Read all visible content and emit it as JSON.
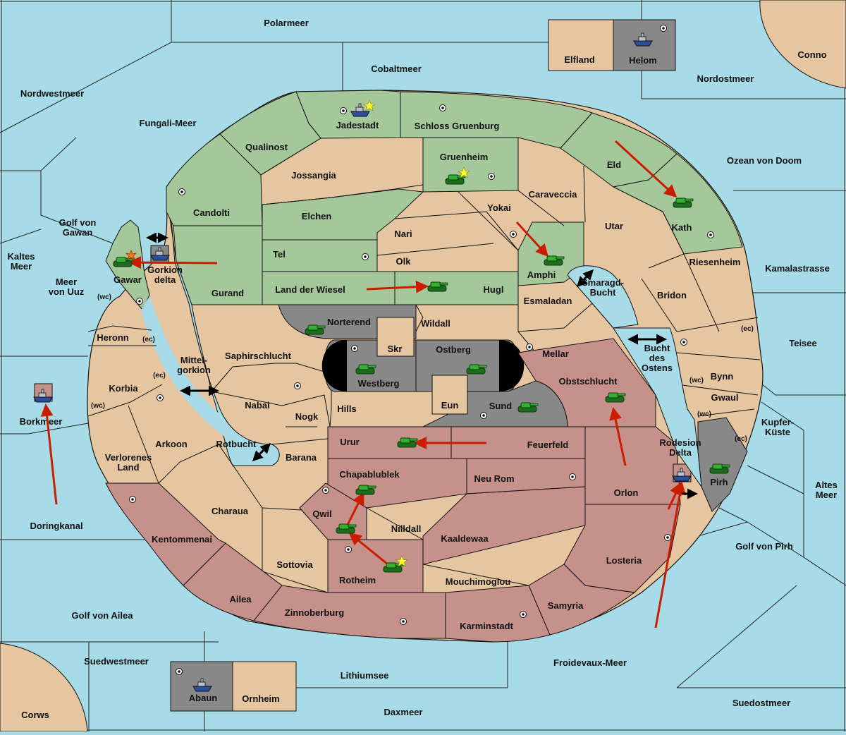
{
  "colors": {
    "sea": "#a6dbe7",
    "land_neutral": "#e5c6a0",
    "green_power": "#a5c89a",
    "red_power": "#c5918a",
    "gray_power": "#888888",
    "move_arrow": "#cc1c00",
    "tank": "#2fa12f",
    "fleet": "#9aa7bb",
    "star": "#ffff3a"
  },
  "regions": {
    "polarmeer": "Polarmeer",
    "cobaltmeer": "Cobaltmeer",
    "elfland": "Elfland",
    "helom": "Helom",
    "conno": "Conno",
    "nordostmeer": "Nordostmeer",
    "nordwestmeer": "Nordwestmeer",
    "fungali_meer": "Fungali-Meer",
    "jadestadt": "Jadestadt",
    "schloss_gruenburg": "Schloss Gruenburg",
    "qualinost": "Qualinost",
    "gruenheim": "Gruenheim",
    "eld": "Eld",
    "ozean_von_doom": "Ozean von Doom",
    "jossangia": "Jossangia",
    "candolti": "Candolti",
    "caraveccia": "Caraveccia",
    "elchen": "Elchen",
    "yokai": "Yokai",
    "utar": "Utar",
    "kath": "Kath",
    "golf_von_gawan": "Golf von\nGawan",
    "nari": "Nari",
    "tel": "Tel",
    "olk": "Olk",
    "amphi": "Amphi",
    "riesenheim": "Riesenheim",
    "kamalastrasse": "Kamalastrasse",
    "kaltes_meer": "Kaltes\nMeer",
    "gawar": "Gawar",
    "gorkion_delta": "Gorkion\ndelta",
    "meer_von_uuz": "Meer\nvon Uuz",
    "gurand": "Gurand",
    "land_der_wiesel": "Land der Wiesel",
    "hugl": "Hugl",
    "smaragd_bucht": "Smaragd-\nBucht",
    "bridon": "Bridon",
    "esmaladan": "Esmaladan",
    "norterend": "Norterend",
    "wildall": "Wildall",
    "heronn": "Heronn",
    "skr": "Skr",
    "ostberg": "Ostberg",
    "teisee": "Teisee",
    "saphirschlucht": "Saphirschlucht",
    "mellar": "Mellar",
    "bucht_des_ostens": "Bucht\ndes\nOstens",
    "westberg": "Westberg",
    "obstschlucht": "Obstschlucht",
    "bynn": "Bynn",
    "mittelgorkion": "Mittel-\ngorkion",
    "korbia": "Korbia",
    "nabai": "Nabai",
    "hills": "Hills",
    "eun": "Eun",
    "sund": "Sund",
    "gwaul": "Gwaul",
    "borkmeer": "Borkmeer",
    "nogk": "Nogk",
    "kupfer_kueste": "Kupfer-\nKüste",
    "arkoon": "Arkoon",
    "rotbucht": "Rotbucht",
    "urur": "Urur",
    "feuerfeld": "Feuerfeld",
    "rodesion_delta": "Rodesion\nDelta",
    "verlorenes_land": "Verlorenes\nLand",
    "barana": "Barana",
    "chapablublek": "Chapablublek",
    "neu_rom": "Neu Rom",
    "pirh": "Pirh",
    "orlon": "Orlon",
    "altes_meer": "Altes\nMeer",
    "qwil": "Qwil",
    "charaua": "Charaua",
    "nilldall": "Nilldall",
    "doringkanal": "Doringkanal",
    "kentommenai": "Kentommenai",
    "kaaldewaa": "Kaaldewaa",
    "golf_von_pirh": "Golf von Pirh",
    "sottovia": "Sottovia",
    "losteria": "Losteria",
    "rotheim": "Rotheim",
    "mouchimoglou": "Mouchimoglou",
    "ailea": "Ailea",
    "samyria": "Samyria",
    "golf_von_ailea": "Golf von Ailea",
    "zinnoberburg": "Zinnoberburg",
    "karminstadt": "Karminstadt",
    "suedwestmeer": "Suedwestmeer",
    "froidevaux_meer": "Froidevaux-Meer",
    "lithiumsee": "Lithiumsee",
    "abaun": "Abaun",
    "ornheim": "Ornheim",
    "suedostmeer": "Suedostmeer",
    "corws": "Corws",
    "daxmeer": "Daxmeer"
  },
  "coast_labels": {
    "gawar_wc": "(wc)",
    "heronn_ec": "(ec)",
    "korbia_ec": "(ec)",
    "korbia_wc": "(wc)",
    "bynn_ec": "(ec)",
    "bynn_wc": "(wc)",
    "gwaul_wc": "(wc)",
    "pirh_ec": "(ec)"
  },
  "icons": {
    "army": "tank-icon",
    "fleet": "ship-icon",
    "supply_center": "supply-center-icon",
    "capital": "star-icon",
    "retreat": "explosion-icon",
    "move": "move-arrow",
    "convoy_link": "double-arrow"
  }
}
